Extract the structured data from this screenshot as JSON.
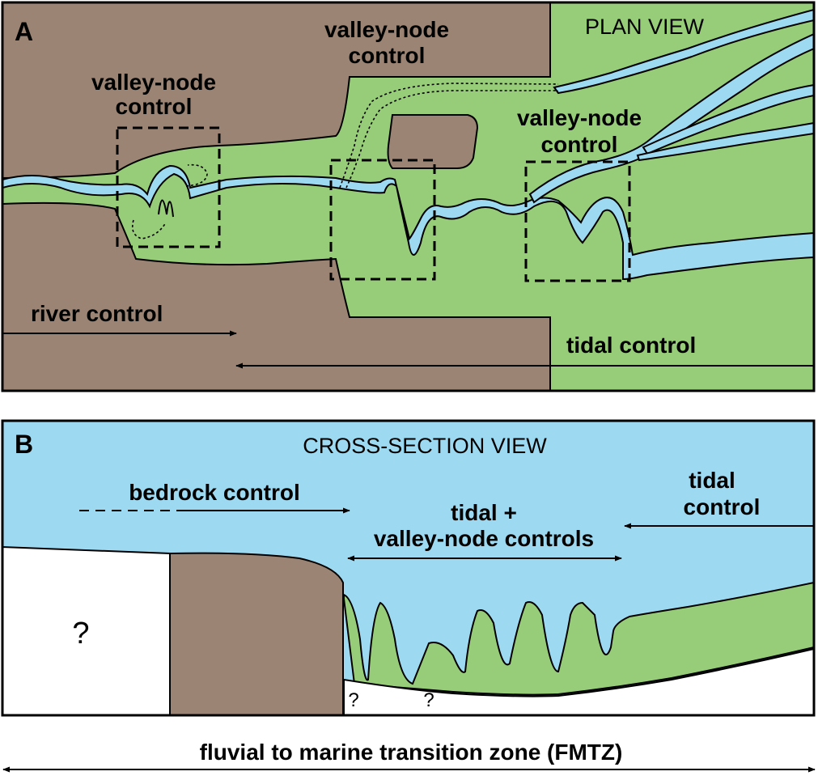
{
  "panel_a": {
    "letter": "A",
    "view_title": "PLAN VIEW",
    "node_left_1": "valley-node",
    "node_left_2": "control",
    "node_mid_1": "valley-node",
    "node_mid_2": "control",
    "node_right_1": "valley-node",
    "node_right_2": "control",
    "river_control": "river control",
    "tidal_control": "tidal control"
  },
  "panel_b": {
    "letter": "B",
    "view_title": "CROSS-SECTION VIEW",
    "bedrock_control": "bedrock control",
    "tidal_valley_1": "tidal +",
    "tidal_valley_2": "valley-node controls",
    "tidal_control_1": "tidal",
    "tidal_control_2": "control",
    "unknown_left": "?",
    "unknown_bottom_1": "?",
    "unknown_bottom_2": "?"
  },
  "footer": {
    "fmtz": "fluvial to marine transition zone (FMTZ)"
  },
  "colors": {
    "bedrock": "#9b8473",
    "vegetation": "#97cc79",
    "water": "#9ddaf2"
  }
}
